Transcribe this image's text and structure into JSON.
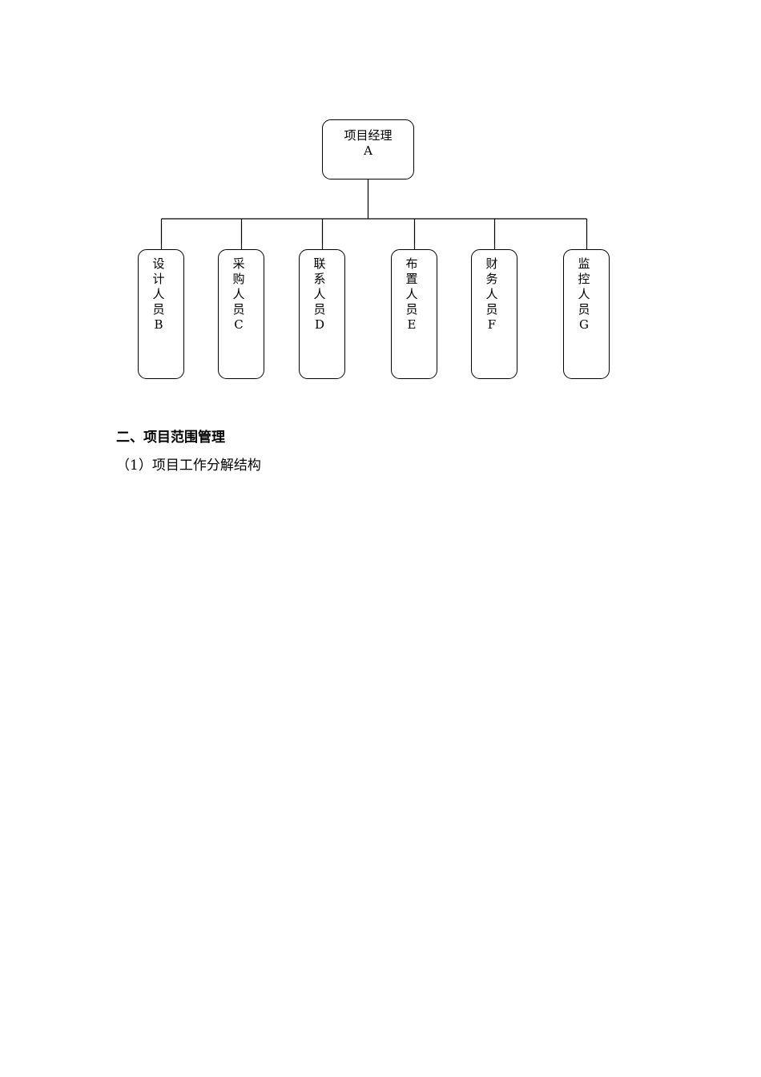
{
  "org_chart": {
    "root": {
      "title": "项目经理",
      "code": "A"
    },
    "children": [
      {
        "chars": [
          "设",
          "计",
          "人",
          "员"
        ],
        "code": "B"
      },
      {
        "chars": [
          "采",
          "购",
          "人",
          "员"
        ],
        "code": "C"
      },
      {
        "chars": [
          "联",
          "系",
          "人",
          "员"
        ],
        "code": "D"
      },
      {
        "chars": [
          "布",
          "置",
          "人",
          "员"
        ],
        "code": "E"
      },
      {
        "chars": [
          "财",
          "务",
          "人",
          "员"
        ],
        "code": "F"
      },
      {
        "chars": [
          "监",
          "控",
          "人",
          "员"
        ],
        "code": "G"
      }
    ]
  },
  "section": {
    "heading": "二、项目范围管理",
    "subheading": "（1）项目工作分解结构"
  }
}
